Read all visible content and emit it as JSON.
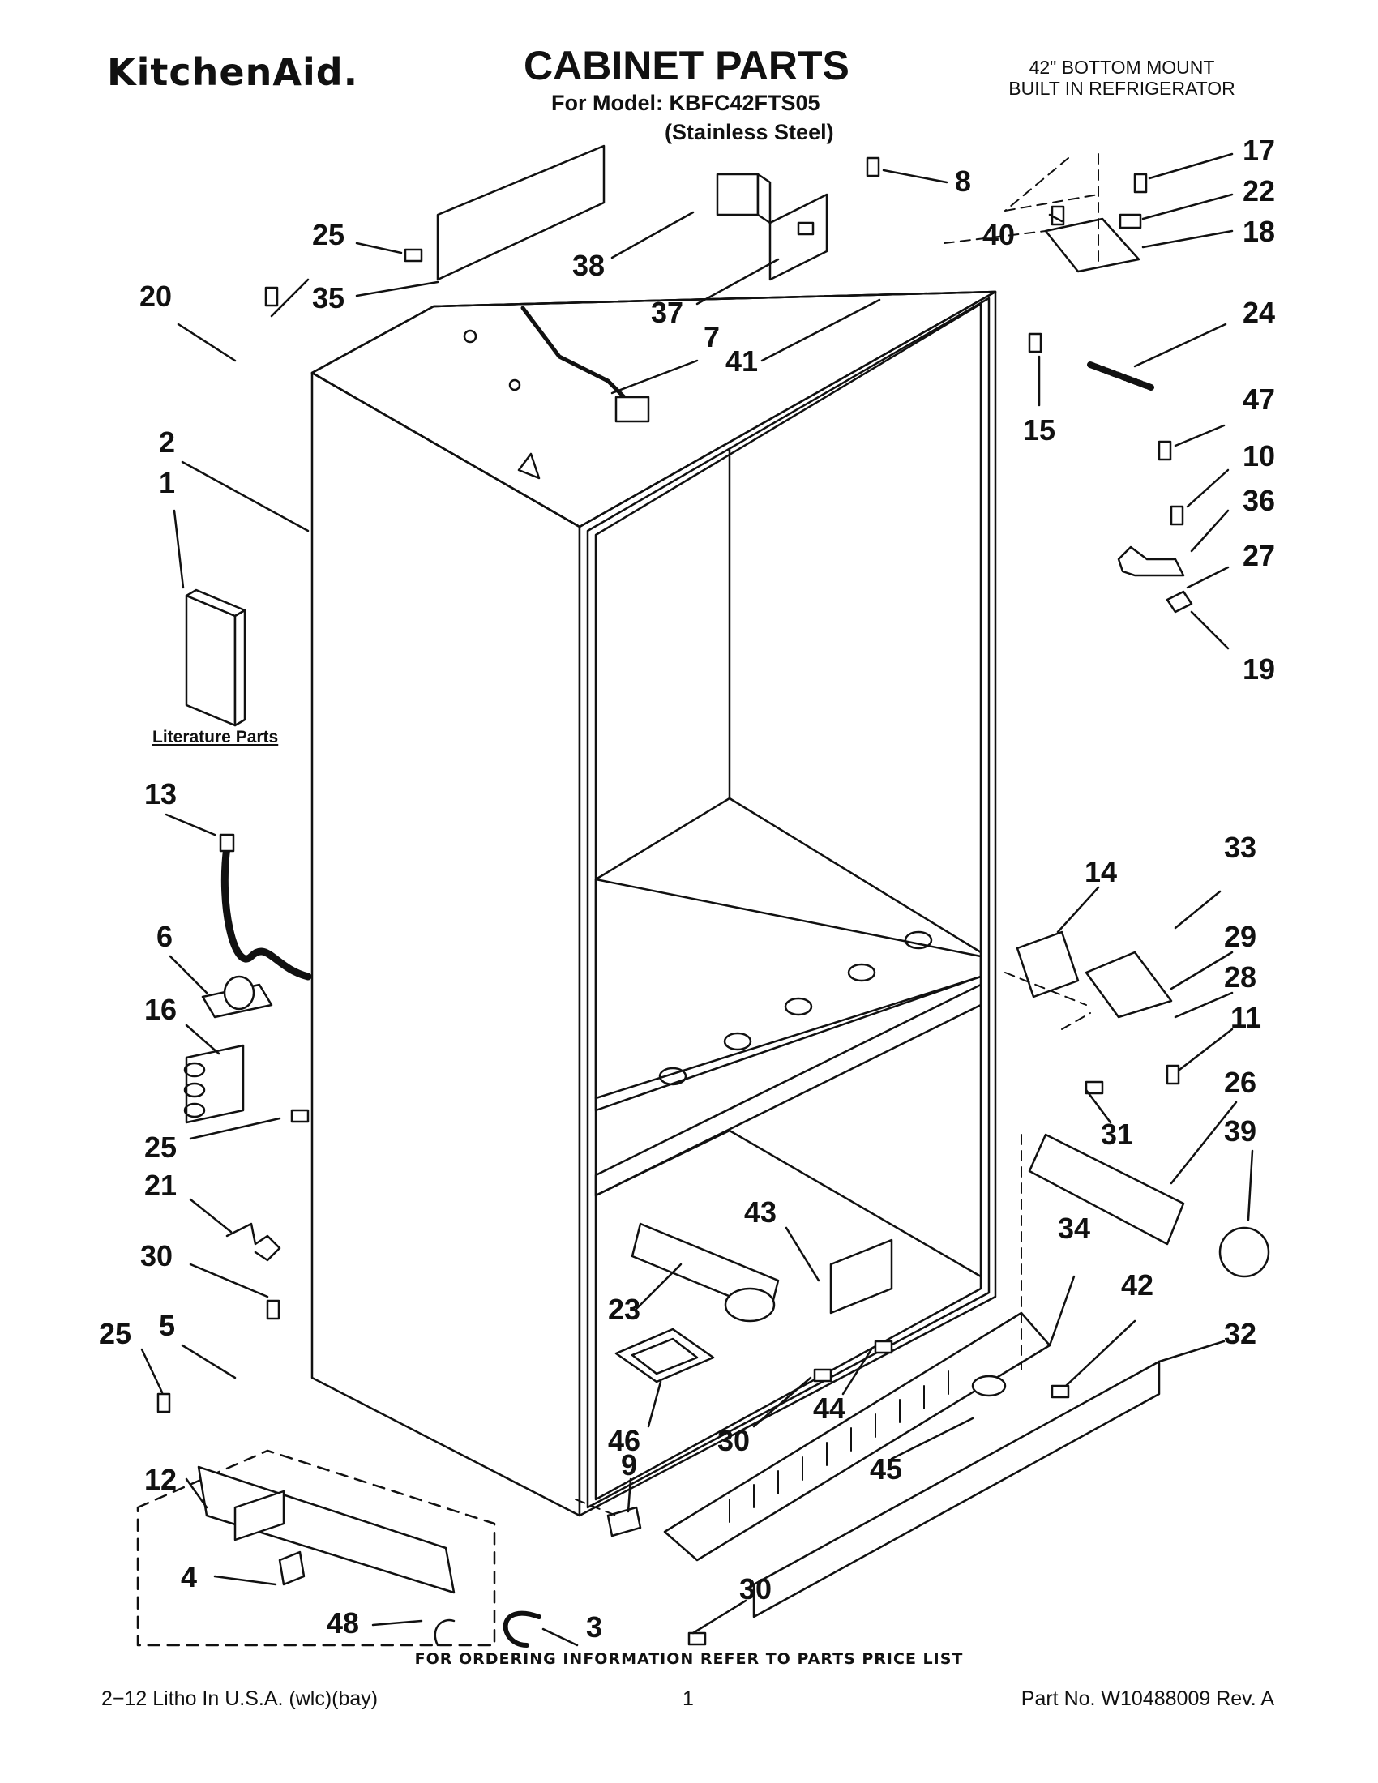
{
  "header": {
    "brand": "KitchenAid.",
    "title": "CABINET PARTS",
    "model": "For Model: KBFC42FTS05",
    "variant": "(Stainless Steel)",
    "product_line1": "42\" BOTTOM MOUNT",
    "product_line2": "BUILT IN REFRIGERATOR"
  },
  "literature_label": "Literature Parts",
  "callouts": [
    {
      "id": "c25a",
      "text": "25"
    },
    {
      "id": "c35",
      "text": "35"
    },
    {
      "id": "c20",
      "text": "20"
    },
    {
      "id": "c38",
      "text": "38"
    },
    {
      "id": "c37",
      "text": "37"
    },
    {
      "id": "c7",
      "text": "7"
    },
    {
      "id": "c41",
      "text": "41"
    },
    {
      "id": "c8",
      "text": "8"
    },
    {
      "id": "c40",
      "text": "40"
    },
    {
      "id": "c17",
      "text": "17"
    },
    {
      "id": "c22",
      "text": "22"
    },
    {
      "id": "c18",
      "text": "18"
    },
    {
      "id": "c24",
      "text": "24"
    },
    {
      "id": "c15",
      "text": "15"
    },
    {
      "id": "c47",
      "text": "47"
    },
    {
      "id": "c10",
      "text": "10"
    },
    {
      "id": "c36",
      "text": "36"
    },
    {
      "id": "c27",
      "text": "27"
    },
    {
      "id": "c19",
      "text": "19"
    },
    {
      "id": "c2",
      "text": "2"
    },
    {
      "id": "c1",
      "text": "1"
    },
    {
      "id": "c13",
      "text": "13"
    },
    {
      "id": "c6",
      "text": "6"
    },
    {
      "id": "c16",
      "text": "16"
    },
    {
      "id": "c25b",
      "text": "25"
    },
    {
      "id": "c21",
      "text": "21"
    },
    {
      "id": "c30a",
      "text": "30"
    },
    {
      "id": "c25c",
      "text": "25"
    },
    {
      "id": "c5",
      "text": "5"
    },
    {
      "id": "c12",
      "text": "12"
    },
    {
      "id": "c4",
      "text": "4"
    },
    {
      "id": "c48",
      "text": "48"
    },
    {
      "id": "c3",
      "text": "3"
    },
    {
      "id": "c9",
      "text": "9"
    },
    {
      "id": "c30b",
      "text": "30"
    },
    {
      "id": "c14",
      "text": "14"
    },
    {
      "id": "c33",
      "text": "33"
    },
    {
      "id": "c29",
      "text": "29"
    },
    {
      "id": "c28",
      "text": "28"
    },
    {
      "id": "c11",
      "text": "11"
    },
    {
      "id": "c31",
      "text": "31"
    },
    {
      "id": "c26",
      "text": "26"
    },
    {
      "id": "c39",
      "text": "39"
    },
    {
      "id": "c34",
      "text": "34"
    },
    {
      "id": "c42",
      "text": "42"
    },
    {
      "id": "c32",
      "text": "32"
    },
    {
      "id": "c43",
      "text": "43"
    },
    {
      "id": "c23",
      "text": "23"
    },
    {
      "id": "c46",
      "text": "46"
    },
    {
      "id": "c30c",
      "text": "30"
    },
    {
      "id": "c44",
      "text": "44"
    },
    {
      "id": "c45",
      "text": "45"
    }
  ],
  "order_note": "FOR ORDERING INFORMATION REFER TO PARTS PRICE LIST",
  "footer": {
    "litho": "2−12 Litho In U.S.A. (wlc)(bay)",
    "page": "1",
    "part_no": "Part No. W10488009 Rev. A"
  }
}
